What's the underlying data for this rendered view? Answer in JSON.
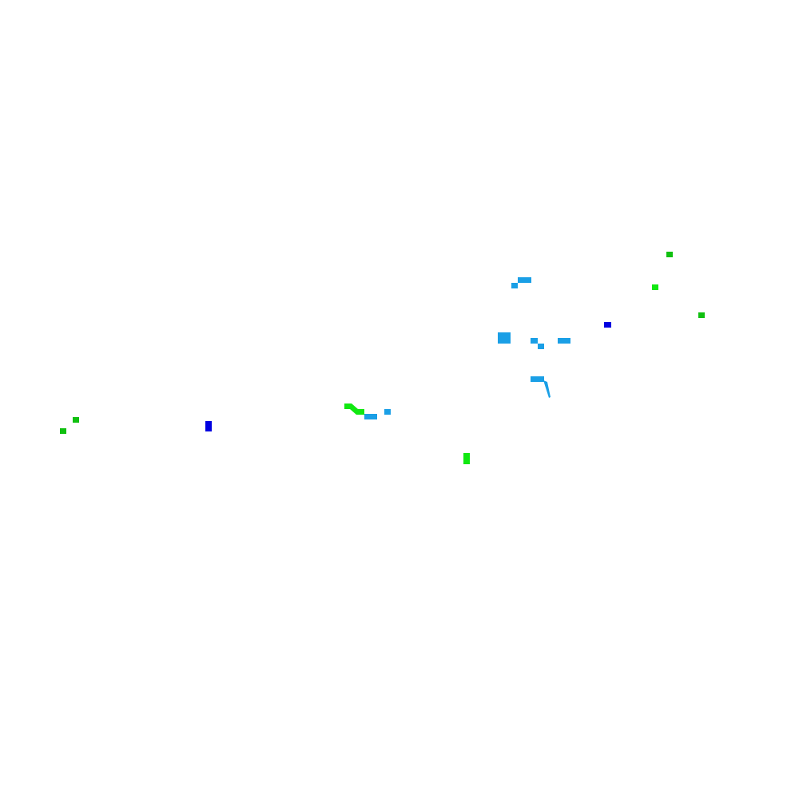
{
  "colors": {
    "background": "#ffffff",
    "light_blue": "#1a9fe6",
    "dark_blue": "#0000e0",
    "bright_green": "#11e811",
    "dark_green": "#10c010"
  },
  "features": [
    {
      "kind": "block",
      "color": "dark_green"
    },
    {
      "kind": "block",
      "color": "bright_green"
    },
    {
      "kind": "block",
      "color": "dark_green"
    },
    {
      "kind": "block",
      "color": "light_blue"
    },
    {
      "kind": "block",
      "color": "light_blue"
    },
    {
      "kind": "block",
      "color": "dark_blue"
    },
    {
      "kind": "block",
      "color": "light_blue"
    },
    {
      "kind": "block",
      "color": "light_blue"
    },
    {
      "kind": "block",
      "color": "light_blue"
    },
    {
      "kind": "block",
      "color": "light_blue"
    },
    {
      "kind": "block",
      "color": "light_blue"
    },
    {
      "kind": "curve",
      "color": "light_blue"
    },
    {
      "kind": "segment",
      "color": "bright_green"
    },
    {
      "kind": "block",
      "color": "light_blue"
    },
    {
      "kind": "block",
      "color": "light_blue"
    },
    {
      "kind": "block",
      "color": "dark_blue"
    },
    {
      "kind": "block",
      "color": "dark_green"
    },
    {
      "kind": "block",
      "color": "dark_green"
    },
    {
      "kind": "block",
      "color": "bright_green"
    }
  ]
}
